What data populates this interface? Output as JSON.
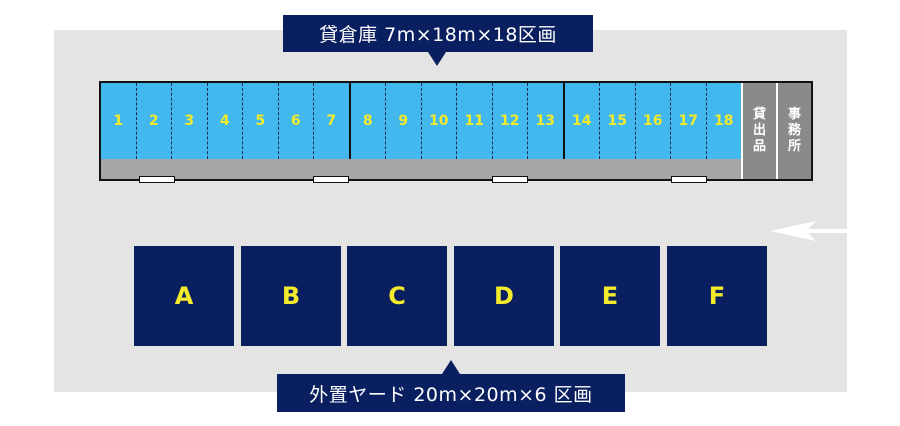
{
  "warehouse": {
    "title": "貸倉庫 7m×18m×18区画",
    "bays": [
      "1",
      "2",
      "3",
      "4",
      "5",
      "6",
      "7",
      "8",
      "9",
      "10",
      "11",
      "12",
      "13",
      "14",
      "15",
      "16",
      "17",
      "18"
    ],
    "rooms": [
      {
        "label": "貸出品",
        "chars": [
          "貸",
          "出",
          "品"
        ]
      },
      {
        "label": "事務所",
        "chars": [
          "事",
          "務",
          "所"
        ]
      }
    ]
  },
  "yard": {
    "title": "外置ヤード 20m×20m×6 区画",
    "plots": [
      "A",
      "B",
      "C",
      "D",
      "E",
      "F"
    ]
  },
  "colors": {
    "navy": "#0a1f60",
    "bay_blue": "#42b8ee",
    "label_yellow": "#f2ea2a",
    "lot_gray": "#e4e4e4",
    "room_gray": "#8a8a8a"
  },
  "icons": {
    "entrance": "arrow-left-icon"
  }
}
